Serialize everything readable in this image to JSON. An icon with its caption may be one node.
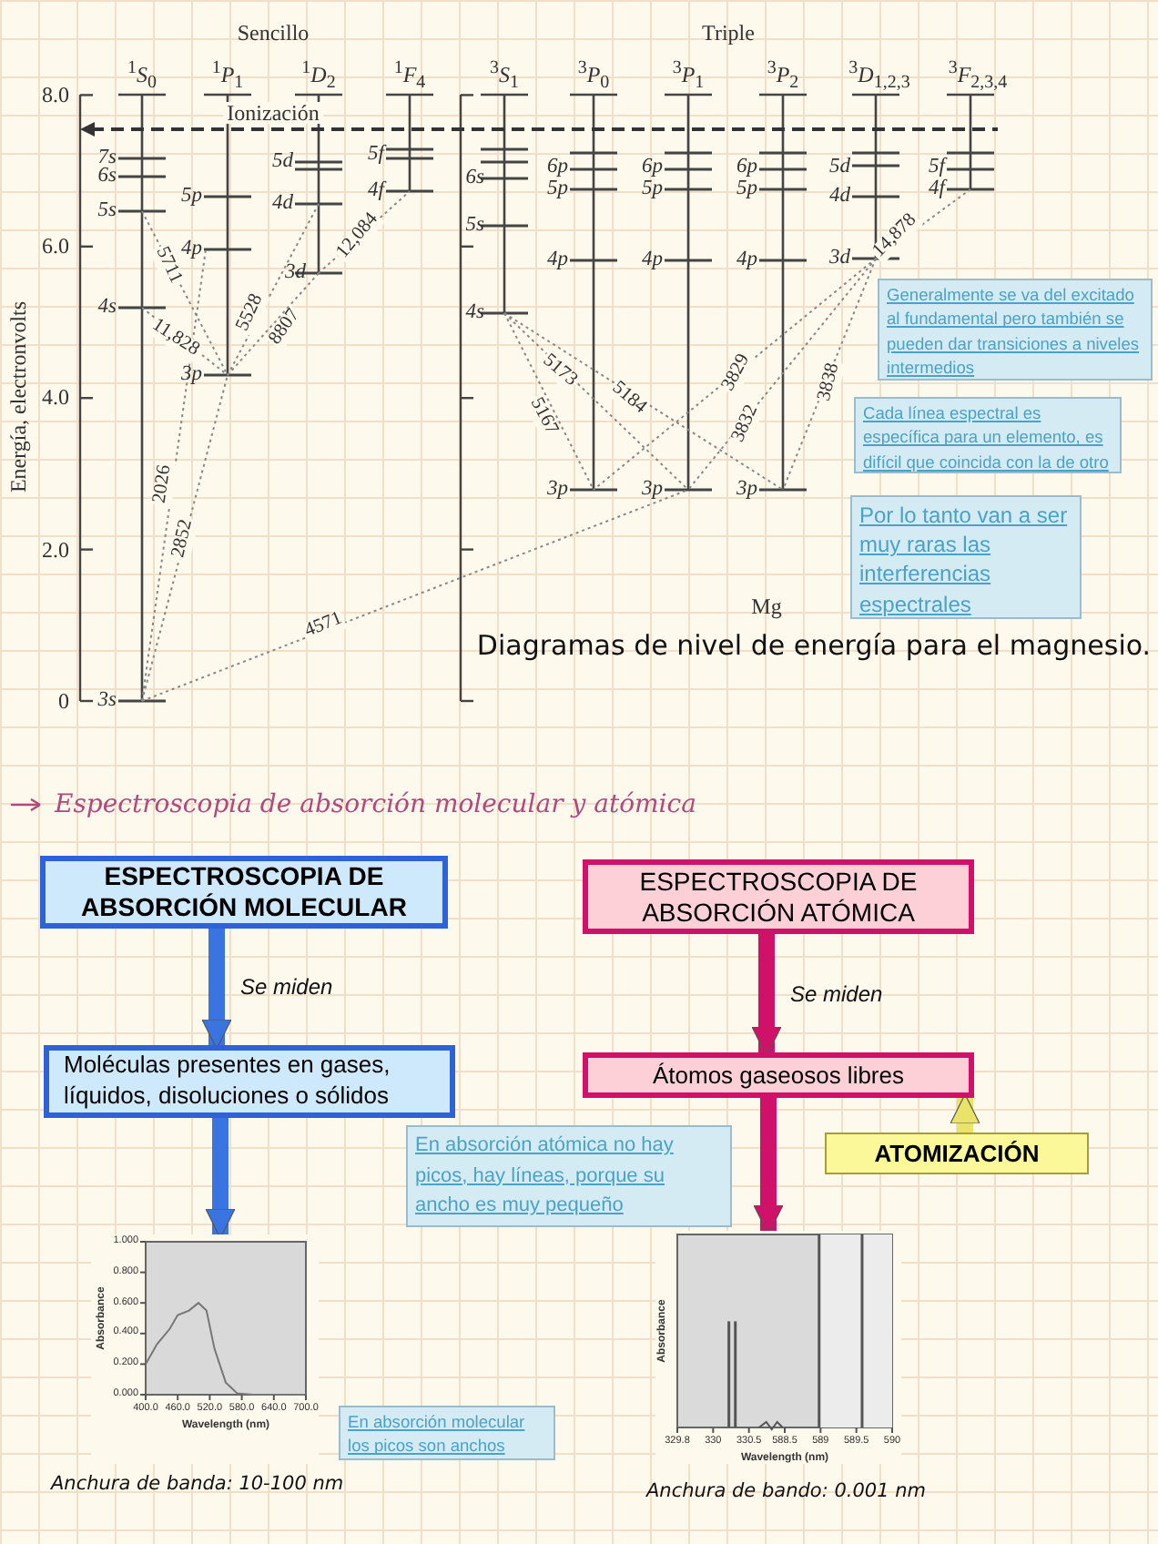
{
  "diagram": {
    "title": "Espectroscopia de absorción molecular y atómica",
    "nodes": [
      {
        "text": [
          "Generalmente se va del excitado al fundamental pero también se pueden dar transiciones a niveles intermedios"
        ]
      },
      {
        "text": [
          "Cada línea espectral es específica para un elemento, es difícil que coincida con la de otro"
        ]
      },
      {
        "text": [
          "Por lo tanto van a ser muy raras las interferencias espectrales"
        ]
      },
      {
        "text": [
          "ESPECTROSCOPIA DE ABSORCIÓN MOLECULAR"
        ]
      },
      {
        "text": [
          "ESPECTROSCOPIA DE ABSORCIÓN ATÓMICA"
        ]
      },
      {
        "text": [
          "Moléculas presentes en gases, líquidos, disoluciones o sólidos"
        ]
      },
      {
        "text": [
          "Átomos gaseosos libres"
        ]
      },
      {
        "text": [
          "En absorción atómica no hay picos, hay líneas, porque su ancho es muy pequeño"
        ]
      },
      {
        "text": [
          "ATOMIZACIÓN"
        ]
      },
      {
        "text": [
          "Absorbance",
          "1.000",
          "0.800",
          "0.600",
          "0.400",
          "0.200",
          "0.000",
          "400.0",
          "460.0",
          "520.0",
          "580.0",
          "640.0",
          "700.0",
          "Wavelength (nm)"
        ],
        "beside": [
          "Anchura de banda: 10-100 nm"
        ]
      },
      {
        "text": [
          "Absorbance",
          "329.8",
          "330",
          "330.5",
          "588.5",
          "589",
          "589.5",
          "590",
          "Wavelength (nm)"
        ],
        "beside": [
          "Anchura de bando: 0.001 nm"
        ]
      },
      {
        "text": [
          "En absorción molecular los picos son anchos"
        ]
      }
    ],
    "edges": [
      {
        "from": 3,
        "to": 5,
        "arrow": "to",
        "label": "Se miden",
        "color": "#3a74e0"
      },
      {
        "from": 4,
        "to": 6,
        "arrow": "to",
        "label": "Se miden",
        "color": "#d0116a"
      },
      {
        "from": 5,
        "to": 9,
        "arrow": "to",
        "color": "#3a74e0"
      },
      {
        "from": 6,
        "to": 10,
        "arrow": "to",
        "color": "#d0116a"
      },
      {
        "from": 8,
        "to": 6,
        "arrow": "to",
        "color": "#e9e36a"
      }
    ],
    "labels": [
      "Sencillo",
      "Triple",
      "$^{1}$*S*$_{0}$",
      "$^{1}$*P*$_{1}$",
      "$^{1}$*D*$_{2}$",
      "$^{1}$*F*$_{4}$",
      "$^{3}$*S*$_{1}$",
      "$^{3}$*P*$_{0}$",
      "$^{3}$*P*$_{1}$",
      "$^{3}$*P*$_{2}$",
      "$^{3}$*D*$_{1,2,3}$",
      "$^{3}$*F*$_{2,3,4}$",
      "8.0",
      "6.0",
      "4.0",
      "2.0",
      "0",
      "Energía, electronvolts",
      "Ionización",
      "7s",
      "6s",
      "5s",
      "4s",
      "3s",
      "5p",
      "4p",
      "3p",
      "5d",
      "4d",
      "3d",
      "5f",
      "4f",
      "6s",
      "5s",
      "4s",
      "6p",
      "5p",
      "4p",
      "3p",
      "6p",
      "5p",
      "4p",
      "3p",
      "6p",
      "5p",
      "4p",
      "3p",
      "5d",
      "4d",
      "3d",
      "5f",
      "4f",
      "5711",
      "11,828",
      "5528",
      "8807",
      "12,084",
      "2026",
      "2852",
      "4571",
      "5173",
      "5167",
      "5184",
      "3829",
      "3832",
      "3838",
      "14,878",
      "Mg",
      "Diagramas de nivel de energía para el magnesio."
    ]
  }
}
